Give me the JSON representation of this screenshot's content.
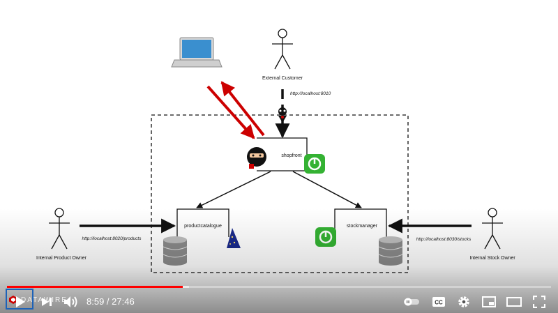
{
  "diagram": {
    "external_customer_label": "External Customer",
    "external_url": "http://localhost:8010",
    "shopfront_label": "shopfront",
    "productcatalogue_label": "productcatalogue",
    "stockmanager_label": "stockmanager",
    "product_owner_label": "Internal Product Owner",
    "product_url": "http://localhost:8020/products",
    "stock_owner_label": "Internal Stock Owner",
    "stock_url": "http://localhost:8030/stocks",
    "arrow_color": "#cc0000"
  },
  "player": {
    "current_time": "8:59",
    "separator": " / ",
    "duration": "27:46",
    "progress_fraction": 0.3235,
    "loaded_fraction": 0.335,
    "watermark_text": "DATAWIRE",
    "accent": "#ff0000"
  }
}
